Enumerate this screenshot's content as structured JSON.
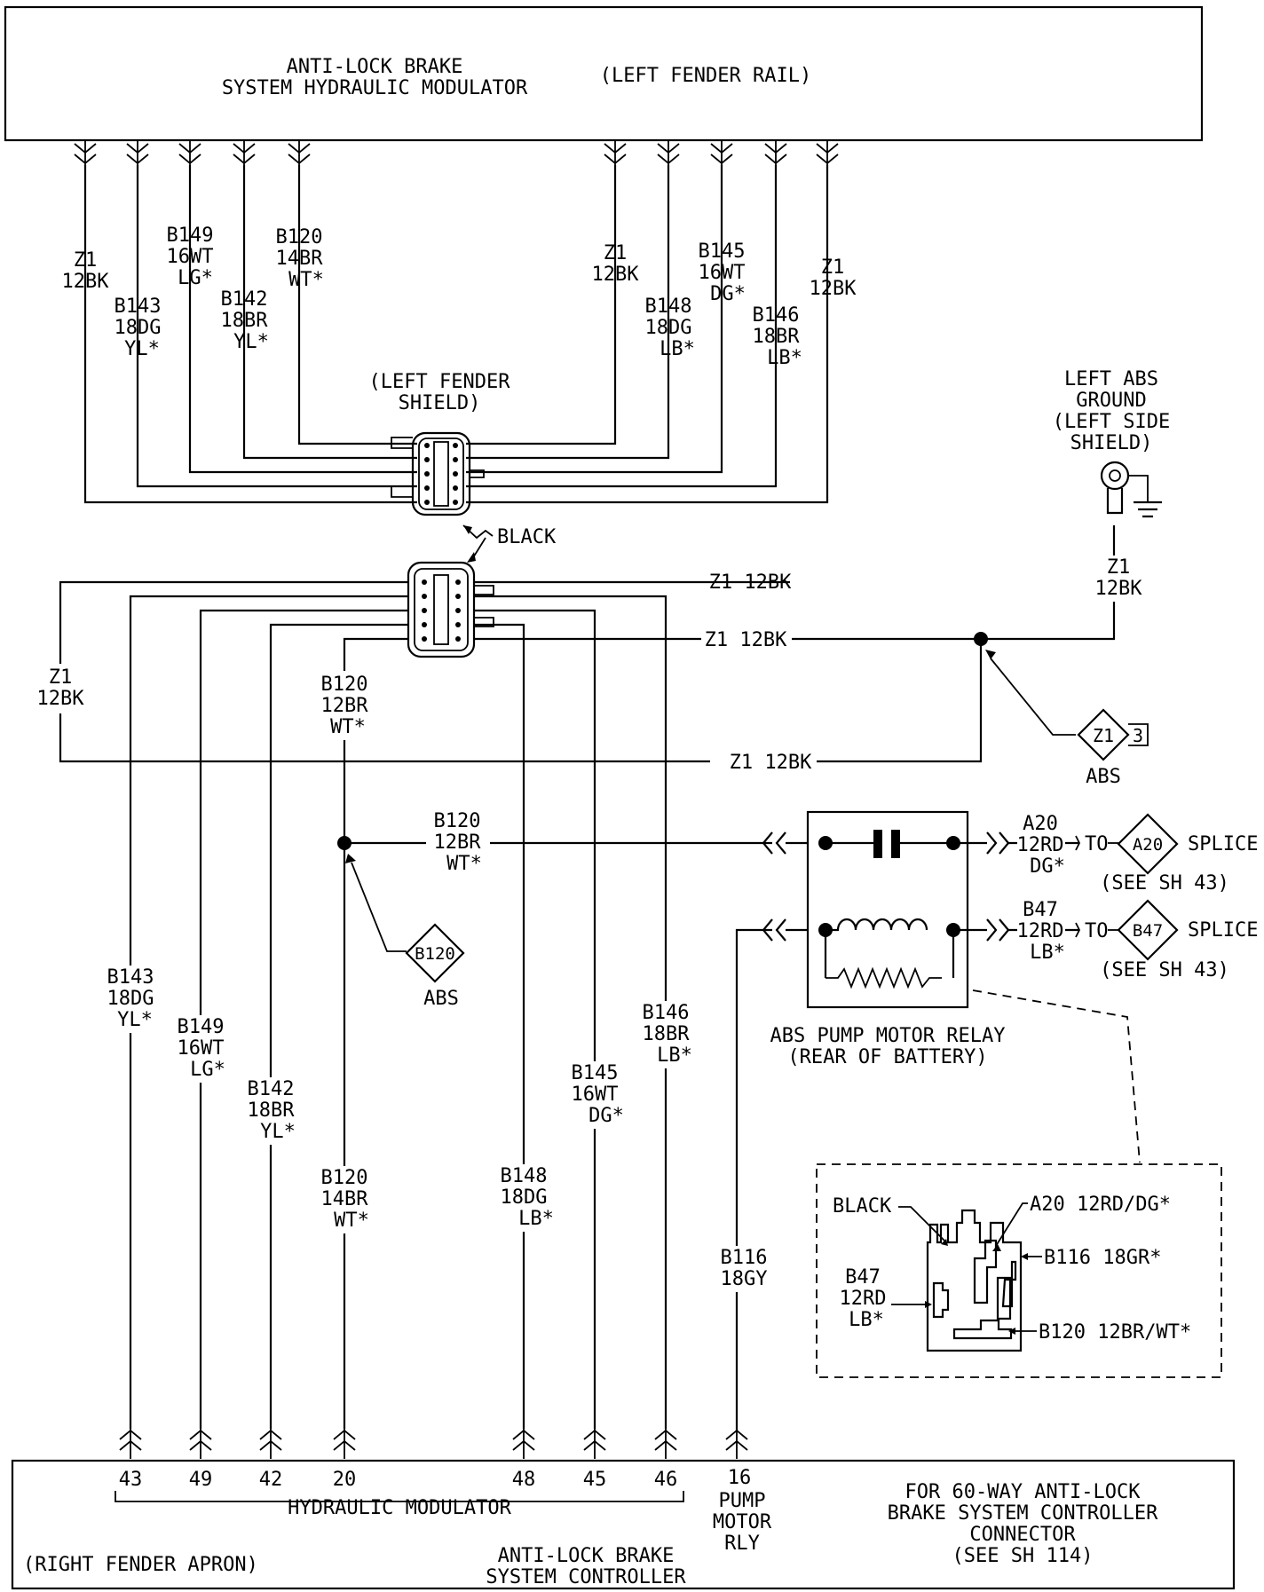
{
  "modulator": {
    "title_line1": "ANTI-LOCK BRAKE",
    "title_line2": "SYSTEM HYDRAULIC MODULATOR",
    "location": "(LEFT FENDER RAIL)"
  },
  "top_wires": [
    {
      "lines": [
        "Z1",
        "12BK"
      ]
    },
    {
      "lines": [
        "B143",
        "18DG",
        "YL*"
      ]
    },
    {
      "lines": [
        "B149",
        "16WT",
        "LG*"
      ]
    },
    {
      "lines": [
        "B142",
        "18BR",
        "YL*"
      ]
    },
    {
      "lines": [
        "B120",
        "14BR",
        "WT*"
      ]
    },
    {
      "lines": [
        "Z1",
        "12BK"
      ]
    },
    {
      "lines": [
        "B148",
        "18DG",
        "LB*"
      ]
    },
    {
      "lines": [
        "B145",
        "16WT",
        "DG*"
      ]
    },
    {
      "lines": [
        "B146",
        "18BR",
        "LB*"
      ]
    },
    {
      "lines": [
        "Z1",
        "12BK"
      ]
    }
  ],
  "fender_shield": {
    "line1": "(LEFT FENDER",
    "line2": "SHIELD)"
  },
  "connector_color": "BLACK",
  "ground": {
    "line1": "LEFT ABS",
    "line2": "GROUND",
    "line3": "(LEFT SIDE",
    "line4": "SHIELD)",
    "wire_line1": "Z1",
    "wire_line2": "12BK"
  },
  "z1_labels": {
    "top": "Z1 12BK",
    "middle": "Z1 12BK",
    "bottom": "Z1 12BK",
    "left_line1": "Z1",
    "left_line2": "12BK"
  },
  "b120_mid": {
    "line1": "B120",
    "line2": "12BR",
    "line3": "WT*"
  },
  "b120_splice_wire": {
    "line1": "B120",
    "line2": "12BR",
    "line3": "WT*"
  },
  "splice_z1": {
    "code": "Z1",
    "sheet": "3",
    "label": "ABS"
  },
  "splice_b120": {
    "code": "B120",
    "label": "ABS"
  },
  "relay": {
    "label_line1": "ABS PUMP MOTOR RELAY",
    "label_line2": "(REAR OF BATTERY)",
    "a20_wire": {
      "line1": "A20",
      "line2": "12RD",
      "line3": "DG*"
    },
    "b47_wire": {
      "line1": "B47",
      "line2": "12RD",
      "line3": "LB*"
    },
    "to_text": "TO",
    "a20_splice": {
      "code": "A20",
      "label": "SPLICE",
      "ref": "(SEE SH 43)"
    },
    "b47_splice": {
      "code": "B47",
      "label": "SPLICE",
      "ref": "(SEE SH 43)"
    }
  },
  "bottom_wires": [
    {
      "lines": [
        "B143",
        "18DG",
        "YL*"
      ]
    },
    {
      "lines": [
        "B149",
        "16WT",
        "LG*"
      ]
    },
    {
      "lines": [
        "B142",
        "18BR",
        "YL*"
      ]
    },
    {
      "lines": [
        "B120",
        "14BR",
        "WT*"
      ]
    },
    {
      "lines": [
        "B148",
        "18DG",
        "LB*"
      ]
    },
    {
      "lines": [
        "B145",
        "16WT",
        "DG*"
      ]
    },
    {
      "lines": [
        "B146",
        "18BR",
        "LB*"
      ]
    },
    {
      "lines": [
        "B116",
        "18GY"
      ]
    }
  ],
  "inset": {
    "black": "BLACK",
    "a20": "A20 12RD/DG*",
    "b116": "B116 18GR*",
    "b47_line1": "B47",
    "b47_line2": "12RD",
    "b47_line3": "LB*",
    "b120": "B120 12BR/WT*"
  },
  "controller": {
    "pins": [
      "43",
      "49",
      "42",
      "20",
      "48",
      "45",
      "46",
      "16"
    ],
    "pump_line1": "PUMP",
    "pump_line2": "MOTOR",
    "pump_line3": "RLY",
    "hydraulic_label": "HYDRAULIC MODULATOR",
    "name_line1": "ANTI-LOCK BRAKE",
    "name_line2": "SYSTEM CONTROLLER",
    "location": "(RIGHT FENDER APRON)",
    "note_line1": "FOR 60-WAY ANTI-LOCK",
    "note_line2": "BRAKE SYSTEM CONTROLLER",
    "note_line3": "CONNECTOR",
    "note_line4": "(SEE SH 114)"
  }
}
